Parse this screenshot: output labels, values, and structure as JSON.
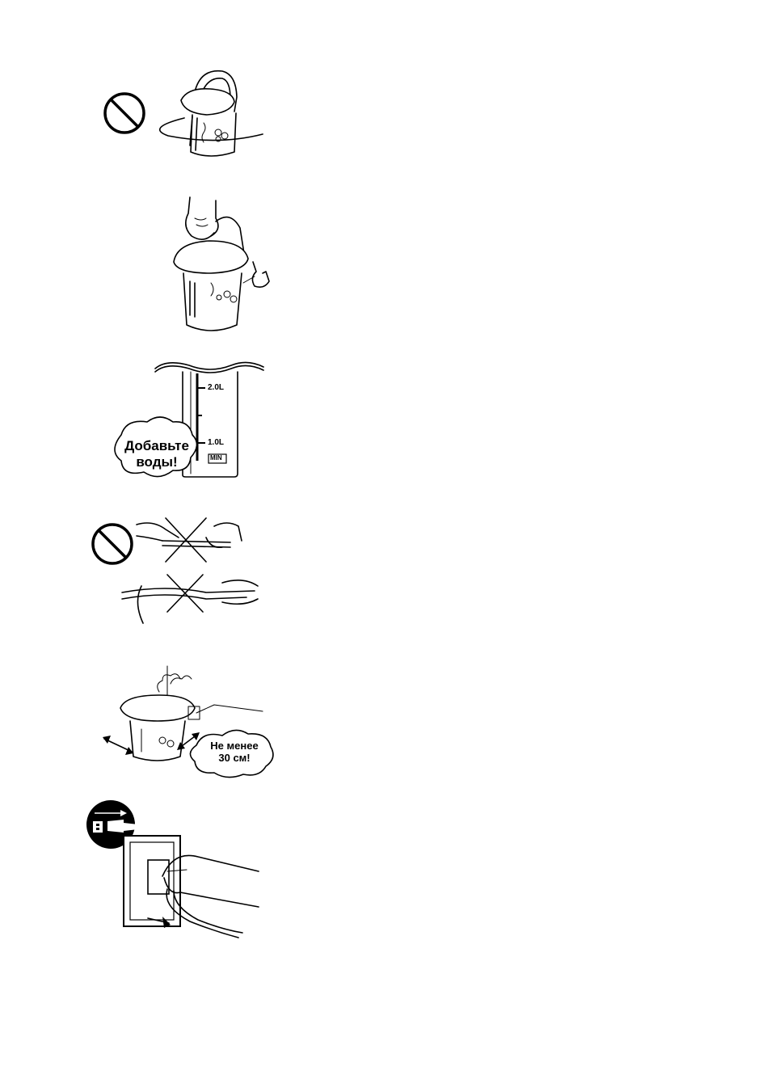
{
  "figures": {
    "no_rotate": {
      "icon": "prohibition-icon"
    },
    "carry": {
      "icon": "hand-pointing-icon"
    },
    "water_level": {
      "bubble_line1": "Добавьте",
      "bubble_line2": "воды!",
      "mark_2": "2.0L",
      "mark_1": "1.0L",
      "mark_min": "MIN"
    },
    "no_cord_damage": {
      "icon": "prohibition-icon"
    },
    "distance": {
      "bubble_line1": "Не менее",
      "bubble_line2": "30 см!"
    },
    "unplug": {
      "icon": "unplug-icon"
    }
  }
}
